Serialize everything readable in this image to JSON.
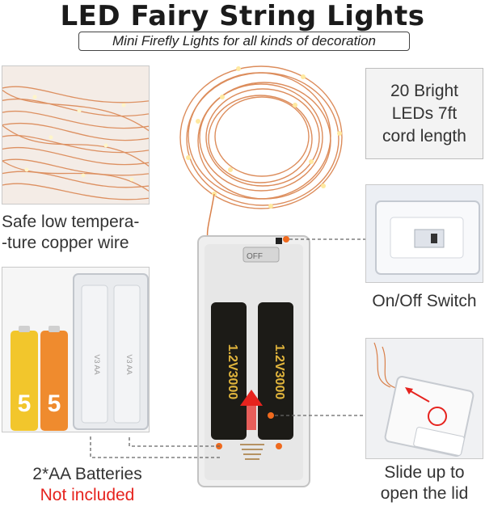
{
  "header": {
    "title": "LED Fairy String Lights",
    "subtitle": "Mini Firefly Lights for all kinds of decoration"
  },
  "features": {
    "copper_wire": {
      "line1": "Safe low tempera-",
      "line2": "-ture copper wire"
    },
    "leds": {
      "line1": "20 Bright",
      "line2": "LEDs 7ft",
      "line3": "cord length"
    },
    "switch": {
      "label": "On/Off Switch"
    },
    "batteries": {
      "line1": "2*AA Batteries",
      "line2": "Not included"
    },
    "lid": {
      "line1": "Slide up to",
      "line2": "open the lid"
    }
  },
  "product": {
    "switch_marking": "OFF",
    "battery_text": "1.2V3000"
  },
  "battery_photo": {
    "battery_number": "5",
    "case_marking": "V3 AA"
  },
  "colors": {
    "copper": "#d9804a",
    "accent_red": "#e6231e",
    "battery_yellow": "#f2c62c",
    "battery_orange": "#ef8b2e"
  }
}
